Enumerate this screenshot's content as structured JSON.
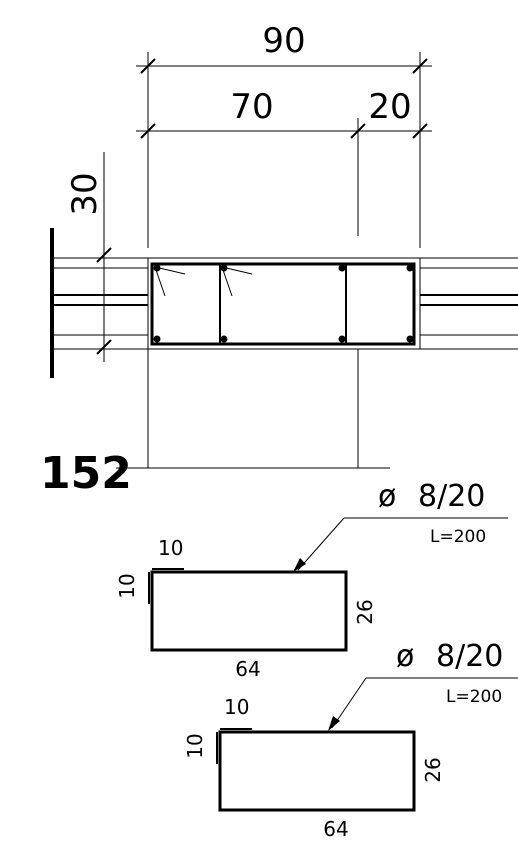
{
  "section": {
    "dim_total": "90",
    "dim_left": "70",
    "dim_right": "20",
    "dim_height": "30",
    "mark": "152"
  },
  "stirrups": [
    {
      "phi_symbol": "ø",
      "spec": "8/20",
      "length": "L=200",
      "hook_horizontal": "10",
      "hook_vertical": "10",
      "width": "64",
      "height": "26"
    },
    {
      "phi_symbol": "ø",
      "spec": "8/20",
      "length": "L=200",
      "hook_horizontal": "10",
      "hook_vertical": "10",
      "width": "64",
      "height": "26"
    }
  ]
}
